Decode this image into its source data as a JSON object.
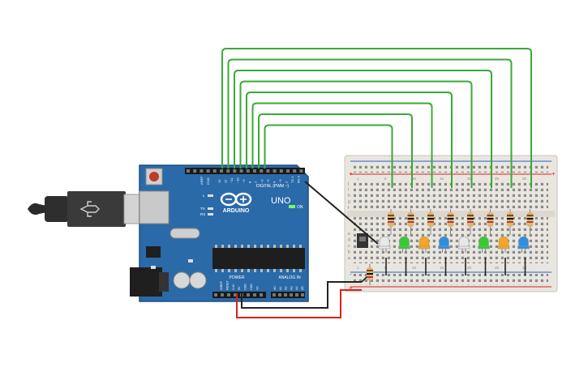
{
  "arduino": {
    "brand": "ARDUINO",
    "model": "UNO",
    "digital_label": "DIGITAL (PWM ~)",
    "power_label": "POWER",
    "analog_label": "ANALOG IN",
    "on_label": "ON",
    "tx_label": "TX",
    "rx_label": "RX",
    "l_label": "L",
    "aref_label": "AREF",
    "gnd_label": "GND",
    "digital_pins": [
      "13",
      "12",
      "~11",
      "~10",
      "~9",
      "8",
      "7",
      "~6",
      "~5",
      "4",
      "~3",
      "2",
      "TX 1",
      "RX 0"
    ],
    "power_pins": [
      "IOREF",
      "RESET",
      "3.3V",
      "5V",
      "GND",
      "GND",
      "Vin"
    ],
    "analog_pins": [
      "A0",
      "A1",
      "A2",
      "A3",
      "A4",
      "A5"
    ]
  },
  "breadboard": {
    "row_letters_top": [
      "j",
      "i",
      "h",
      "g",
      "f"
    ],
    "row_letters_bottom": [
      "e",
      "d",
      "c",
      "b",
      "a"
    ],
    "column_labels": [
      "1",
      "5",
      "10",
      "15",
      "20",
      "25",
      "30"
    ],
    "plus_sign": "+",
    "minus_sign": "-"
  },
  "leds": [
    {
      "color": "#e8e8e8",
      "name": "white"
    },
    {
      "color": "#33cc33",
      "name": "green"
    },
    {
      "color": "#f5a623",
      "name": "orange"
    },
    {
      "color": "#2e8fe0",
      "name": "blue"
    },
    {
      "color": "#e8e8e8",
      "name": "white"
    },
    {
      "color": "#33cc33",
      "name": "green"
    },
    {
      "color": "#f5a623",
      "name": "orange"
    },
    {
      "color": "#2e8fe0",
      "name": "blue"
    }
  ],
  "colors": {
    "board": "#2a6aa8",
    "board_dark": "#1d4f82",
    "wire_signal": "#3aaa35",
    "wire_power": "#d9201c",
    "wire_ground": "#222222",
    "breadboard": "#e9e6e0",
    "rail_red": "#d9201c",
    "rail_blue": "#2b64c2",
    "resistor_body": "#d8b777"
  }
}
